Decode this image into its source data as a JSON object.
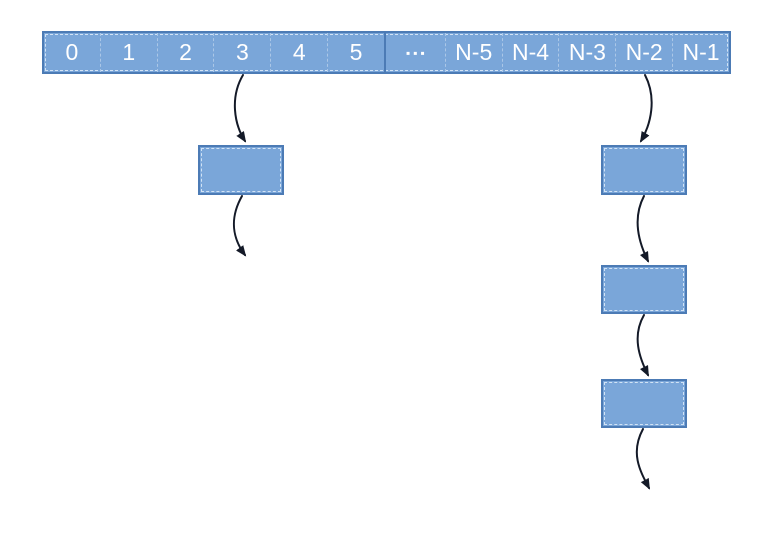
{
  "diagram": {
    "type": "hash-table-with-chaining",
    "buckets": [
      "0",
      "1",
      "2",
      "3",
      "4",
      "5",
      "▪▪▪",
      "N-5",
      "N-4",
      "N-3",
      "N-2",
      "N-1"
    ],
    "chains": [
      {
        "bucket": "3",
        "node_count": 1
      },
      {
        "bucket": "N-2",
        "node_count": 3
      }
    ]
  },
  "colors": {
    "box_fill": "#7aa6d9",
    "box_border": "#4c7bb5",
    "inner_dash": "#e2eefa",
    "arrow": "#141a28",
    "label_text": "#ffffff",
    "background": "#ffffff"
  }
}
